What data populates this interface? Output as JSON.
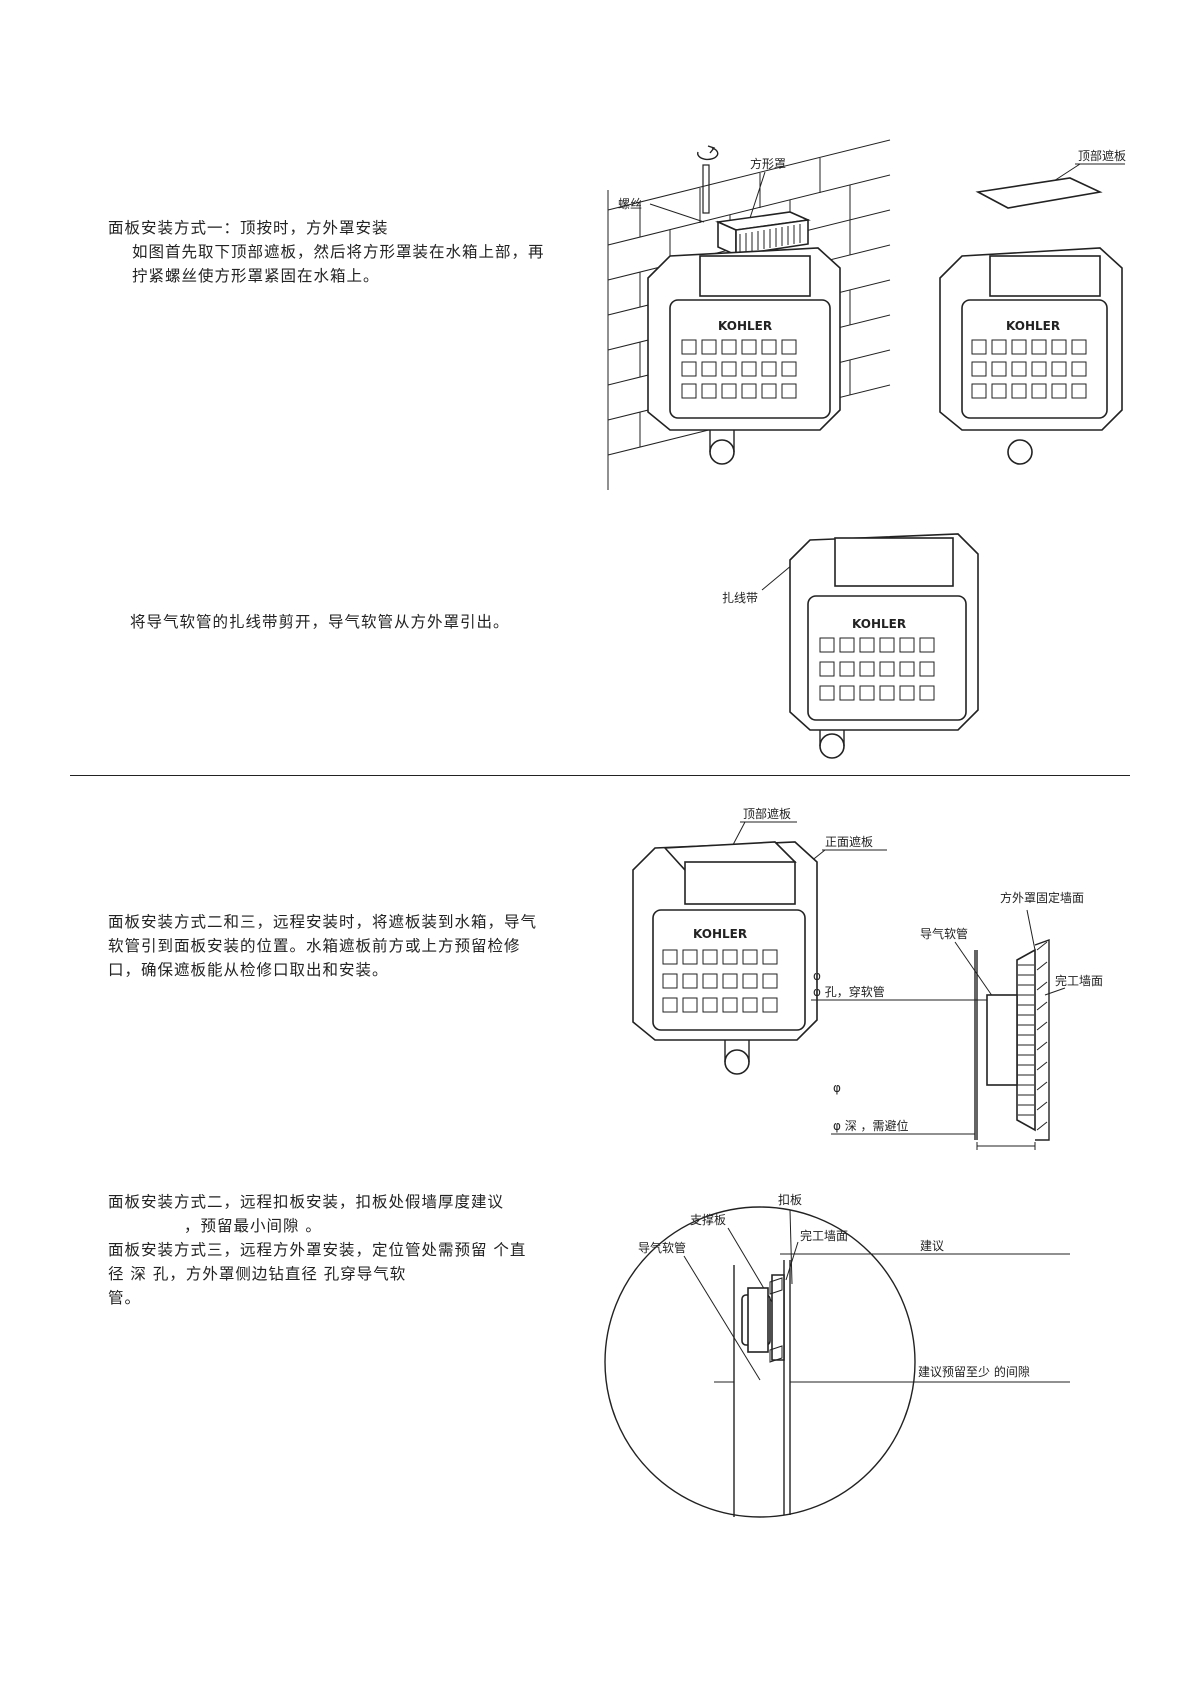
{
  "section1": {
    "heading": "面板安装方式一：顶按时，方外罩安装",
    "line1": "如图首先取下顶部遮板，然后将方形罩装在水箱上部，再",
    "line2": "拧紧螺丝使方形罩紧固在水箱上。",
    "labels": {
      "square_cover": "方形罩",
      "screw": "螺丝",
      "top_cover": "顶部遮板",
      "brand": "KOHLER"
    }
  },
  "section2": {
    "text": "将导气软管的扎线带剪开，导气软管从方外罩引出。",
    "labels": {
      "cable_tie": "扎线带",
      "brand": "KOHLER"
    }
  },
  "section3": {
    "line1": "面板安装方式二和三，远程安装时，将遮板装到水箱，导气",
    "line2": "软管引到面板安装的位置。水箱遮板前方或上方预留检修",
    "line3": "口，确保遮板能从检修口取出和安装。",
    "labels": {
      "top_cover": "顶部遮板",
      "front_cover": "正面遮板",
      "cover_wall": "方外罩固定墙面",
      "air_hose": "导气软管",
      "finished_wall": "完工墙面",
      "phi1": "φ",
      "hole_hose": "φ  孔，穿软管",
      "phi2": "φ",
      "depth_avoid": "φ  深  ，需避位",
      "brand": "KOHLER"
    }
  },
  "section4": {
    "line1": "面板安装方式二，远程扣板安装，扣板处假墙厚度建议",
    "line2": "，预留最小间隙  。",
    "line3": "面板安装方式三，远程方外罩安装，定位管处需预留 个直",
    "line4": "径   深   孔，方外罩侧边钻直径   孔穿导气软",
    "line5": "管。",
    "labels": {
      "plate": "扣板",
      "support": "支撑板",
      "finished_wall": "完工墙面",
      "air_hose": "导气软管",
      "suggest": "建议",
      "gap": "建议预留至少    的间隙"
    }
  }
}
